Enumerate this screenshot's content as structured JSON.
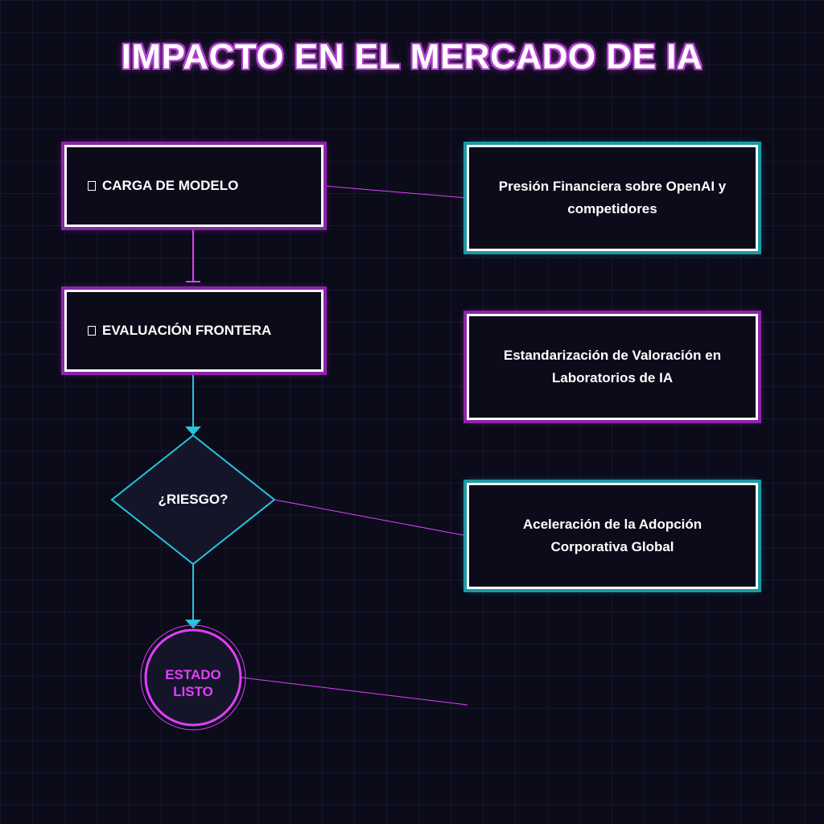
{
  "title": "IMPACTO EN EL MERCADO DE IA",
  "flow": {
    "load_model": {
      "icon": "box-glyph-icon",
      "label": "CARGA DE MODELO"
    },
    "frontier_eval": {
      "icon": "box-glyph-icon",
      "label": "EVALUACIÓN FRONTERA"
    },
    "decision": {
      "label": "¿RIESGO?"
    },
    "end_state": {
      "line1": "ESTADO",
      "line2": "LISTO"
    }
  },
  "impacts": [
    {
      "text": "Presión Financiera sobre OpenAI y competidores",
      "accent": "#26c6da"
    },
    {
      "text": "Estandarización de Valoración en Laboratorios de IA",
      "accent": "#e040fb"
    },
    {
      "text": "Aceleración de la Adopción Corporativa Global",
      "accent": "#26c6da"
    }
  ],
  "colors": {
    "background": "#0b0b1a",
    "magenta": "#e040fb",
    "cyan": "#26c6da",
    "box_border": "#ffffff"
  }
}
